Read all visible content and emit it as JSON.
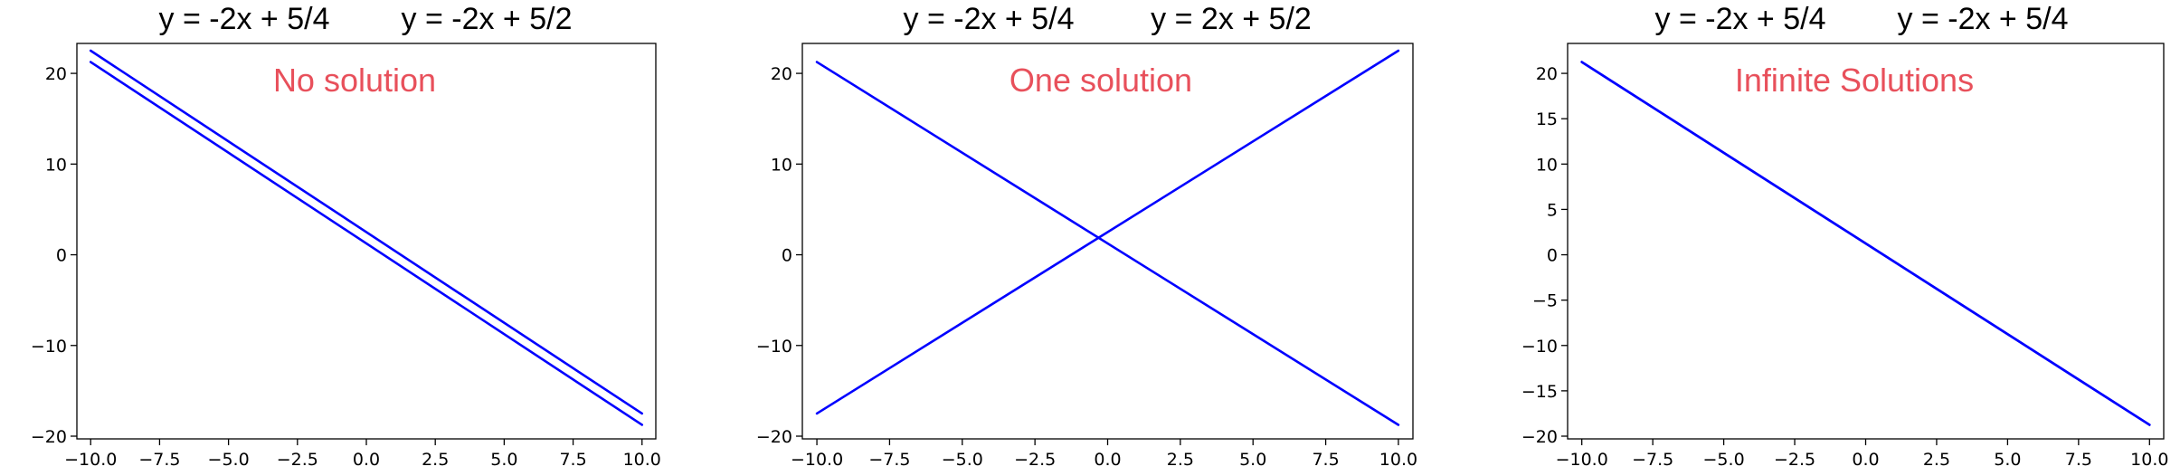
{
  "colors": {
    "line": "#0000ff",
    "annotation": "#e8505b",
    "axes": "#000000",
    "background": "#ffffff"
  },
  "chart_data": [
    {
      "type": "line",
      "equations": [
        "y = -2x + 5/4",
        "y = -2x + 5/2"
      ],
      "annotation": "No solution",
      "xlim": [
        -10.5,
        10.5
      ],
      "ylim": [
        -20.3,
        23.3
      ],
      "grid": false,
      "xticks": [
        "−10.0",
        "−7.5",
        "−5.0",
        "−2.5",
        "0.0",
        "2.5",
        "5.0",
        "7.5",
        "10.0"
      ],
      "xtick_values": [
        -10,
        -7.5,
        -5,
        -2.5,
        0,
        2.5,
        5,
        7.5,
        10
      ],
      "yticks": [
        "−20",
        "−10",
        "0",
        "10",
        "20"
      ],
      "ytick_values": [
        -20,
        -10,
        0,
        10,
        20
      ],
      "series": [
        {
          "x": [
            -10,
            10
          ],
          "y": [
            21.25,
            -18.75
          ]
        },
        {
          "x": [
            -10,
            10
          ],
          "y": [
            22.5,
            -17.5
          ]
        }
      ]
    },
    {
      "type": "line",
      "equations": [
        "y = -2x + 5/4",
        "y = 2x + 5/2"
      ],
      "annotation": "One solution",
      "xlim": [
        -10.5,
        10.5
      ],
      "ylim": [
        -20.3,
        23.3
      ],
      "grid": false,
      "xticks": [
        "−10.0",
        "−7.5",
        "−5.0",
        "−2.5",
        "0.0",
        "2.5",
        "5.0",
        "7.5",
        "10.0"
      ],
      "xtick_values": [
        -10,
        -7.5,
        -5,
        -2.5,
        0,
        2.5,
        5,
        7.5,
        10
      ],
      "yticks": [
        "−20",
        "−10",
        "0",
        "10",
        "20"
      ],
      "ytick_values": [
        -20,
        -10,
        0,
        10,
        20
      ],
      "series": [
        {
          "x": [
            -10,
            10
          ],
          "y": [
            21.25,
            -18.75
          ]
        },
        {
          "x": [
            -10,
            10
          ],
          "y": [
            -17.5,
            22.5
          ]
        }
      ]
    },
    {
      "type": "line",
      "equations": [
        "y = -2x + 5/4",
        "y = -2x + 5/4"
      ],
      "annotation": "Infinite Solutions",
      "xlim": [
        -10.5,
        10.5
      ],
      "ylim": [
        -20.3,
        23.3
      ],
      "grid": false,
      "xticks": [
        "−10.0",
        "−7.5",
        "−5.0",
        "−2.5",
        "0.0",
        "2.5",
        "5.0",
        "7.5",
        "10.0"
      ],
      "xtick_values": [
        -10,
        -7.5,
        -5,
        -2.5,
        0,
        2.5,
        5,
        7.5,
        10
      ],
      "yticks": [
        "−20",
        "−15",
        "−10",
        "−5",
        "0",
        "5",
        "10",
        "15",
        "20"
      ],
      "ytick_values": [
        -20,
        -15,
        -10,
        -5,
        0,
        5,
        10,
        15,
        20
      ],
      "series": [
        {
          "x": [
            -10,
            10
          ],
          "y": [
            21.25,
            -18.75
          ]
        },
        {
          "x": [
            -10,
            10
          ],
          "y": [
            21.25,
            -18.75
          ]
        }
      ]
    }
  ]
}
